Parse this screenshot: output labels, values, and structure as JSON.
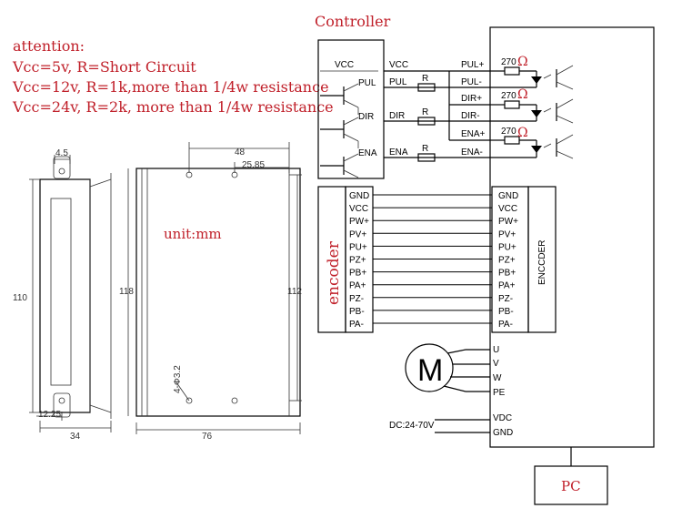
{
  "notes": {
    "title": "attention:",
    "lines": [
      "Vcc=5v, R=Short Circuit",
      "Vcc=12v, R=1k,more than 1/4w resistance",
      "Vcc=24v, R=2k, more than 1/4w resistance"
    ],
    "unit": "unit:mm"
  },
  "controller": {
    "title": "Controller",
    "left_labels": [
      "VCC",
      "PUL",
      "DIR",
      "ENA"
    ],
    "mid_labels": [
      "VCC",
      "PUL",
      "DIR",
      "ENA"
    ],
    "resistor": "R"
  },
  "driver": {
    "inputs": [
      "PUL+",
      "PUL-",
      "DIR+",
      "DIR-",
      "ENA+",
      "ENA-"
    ],
    "resistor_value": "270",
    "ohm": "Ω"
  },
  "encoder": {
    "left_title": "encoder",
    "right_title": "ENCCDER",
    "pins": [
      "GND",
      "VCC",
      "PW+",
      "PV+",
      "PU+",
      "PZ+",
      "PB+",
      "PA+",
      "PZ-",
      "PB-",
      "PA-"
    ]
  },
  "motor": {
    "symbol": "M",
    "phases": [
      "U",
      "V",
      "W",
      "PE"
    ]
  },
  "power": {
    "label": "DC:24-70V",
    "terminals": [
      "VDC",
      "GND"
    ]
  },
  "pc": {
    "label": "PC"
  },
  "dimensions": {
    "d4_5": "4.5",
    "d48": "48",
    "d25_85": "25.85",
    "d110": "110",
    "d118": "118",
    "d112": "112",
    "hole": "4-Φ3.2",
    "d12_25": "12.25",
    "d34": "34",
    "d76": "76"
  }
}
